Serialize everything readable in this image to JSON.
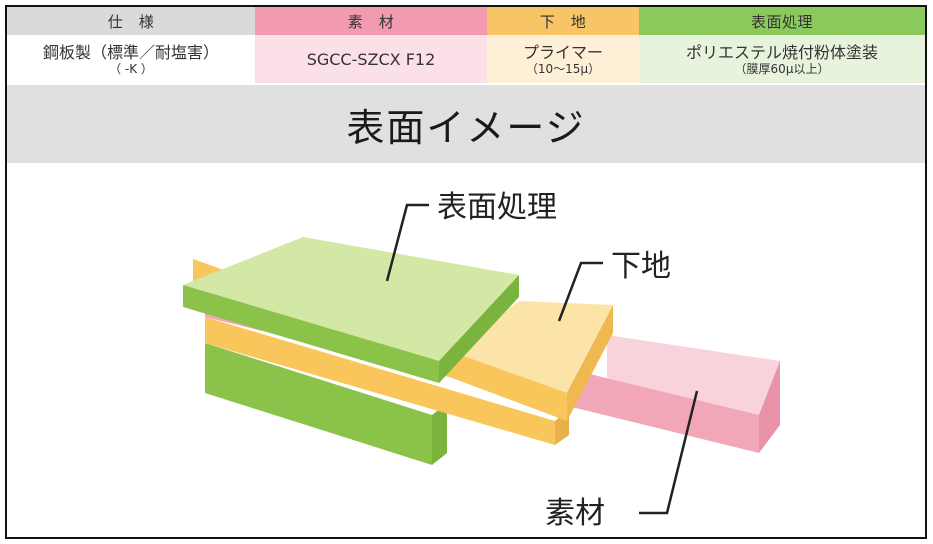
{
  "table": {
    "headers": [
      "仕　様",
      "素　材",
      "下　地",
      "表面処理"
    ],
    "spec": {
      "main": "鋼板製（標準／耐塩害）",
      "sub": "（ -K ）"
    },
    "material": {
      "main": "SGCC-SZCX F12"
    },
    "primer": {
      "main": "プライマー",
      "sub": "（10〜15μ）"
    },
    "finish": {
      "main": "ポリエステル焼付粉体塗装",
      "sub": "（膜厚60μ以上）"
    }
  },
  "banner": {
    "title": "表面イメージ"
  },
  "diagram": {
    "labels": {
      "finish": "表面処理",
      "primer": "下地",
      "material": "素材"
    }
  },
  "colors": {
    "header_spec": "#dadada",
    "header_material": "#f29ab0",
    "header_primer": "#f7c565",
    "header_finish": "#8cc95c",
    "finish_top": "#d4e8a6",
    "finish_side": "#8bc34a",
    "primer_top": "#fce3a8",
    "primer_side": "#f9c65c",
    "material_top": "#f8d3dc",
    "material_side": "#f2a7b8"
  }
}
